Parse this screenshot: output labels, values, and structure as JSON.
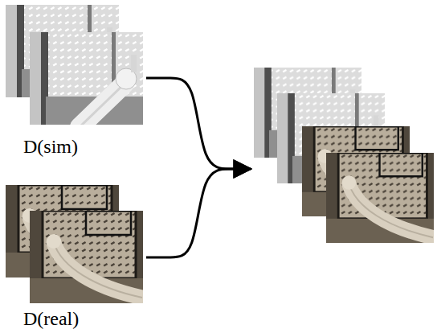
{
  "diagram": {
    "nodes": [
      {
        "text": [
          "D(sim)"
        ]
      },
      {
        "text": [
          "D(real)"
        ]
      },
      {
        "text": []
      }
    ],
    "edges": [
      {
        "from": 0,
        "to": 2,
        "arrow": "to"
      },
      {
        "from": 1,
        "to": 2,
        "arrow": "to"
      }
    ]
  }
}
